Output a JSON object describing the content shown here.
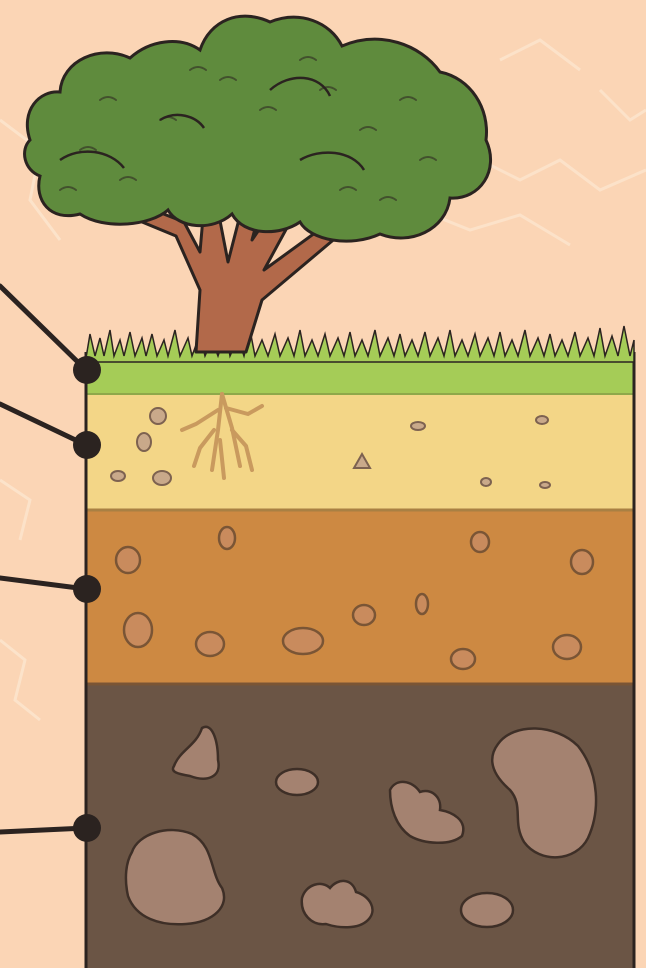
{
  "colors": {
    "background": "#fbd5b5",
    "background_cracks": "#fde6cf",
    "grass": "#a5cc57",
    "topsoil": "#f3d687",
    "subsoil": "#cd8942",
    "bedrock": "#6b5545",
    "outline": "#2b2320",
    "trunk": "#b2694a",
    "foliage": "#5f8b3d",
    "roots": "#c99a5e"
  },
  "layers": [
    {
      "id": "grass",
      "name": "grass-layer"
    },
    {
      "id": "topsoil",
      "name": "topsoil-layer"
    },
    {
      "id": "subsoil",
      "name": "subsoil-layer"
    },
    {
      "id": "bedrock",
      "name": "bedrock-layer"
    }
  ],
  "icons": [
    "tree-icon",
    "roots-icon",
    "pointer-dot"
  ]
}
